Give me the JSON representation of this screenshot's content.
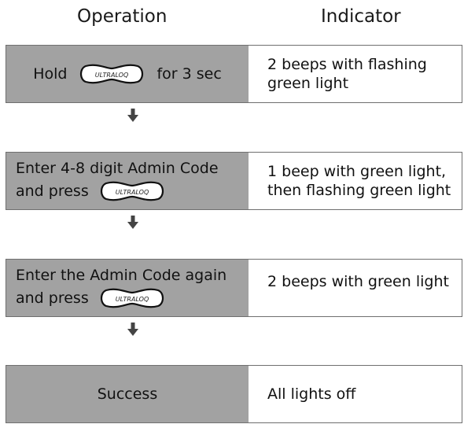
{
  "headers": {
    "operation": "Operation",
    "indicator": "Indicator"
  },
  "key_logo": "ULTRALOQ",
  "steps": [
    {
      "op_before": "Hold",
      "op_after": "for 3 sec",
      "indicator": "2 beeps with flashing green light"
    },
    {
      "op_line1": "Enter 4-8 digit Admin Code",
      "op_line2": "and press",
      "indicator_line1": "1 beep with green light,",
      "indicator_line2": "then flashing green light"
    },
    {
      "op_line1": "Enter the Admin Code again",
      "op_line2": "and press",
      "indicator": "2 beeps with green light"
    },
    {
      "op": "Success",
      "indicator": "All lights off"
    }
  ],
  "arrow_icon": "down-arrow-icon"
}
